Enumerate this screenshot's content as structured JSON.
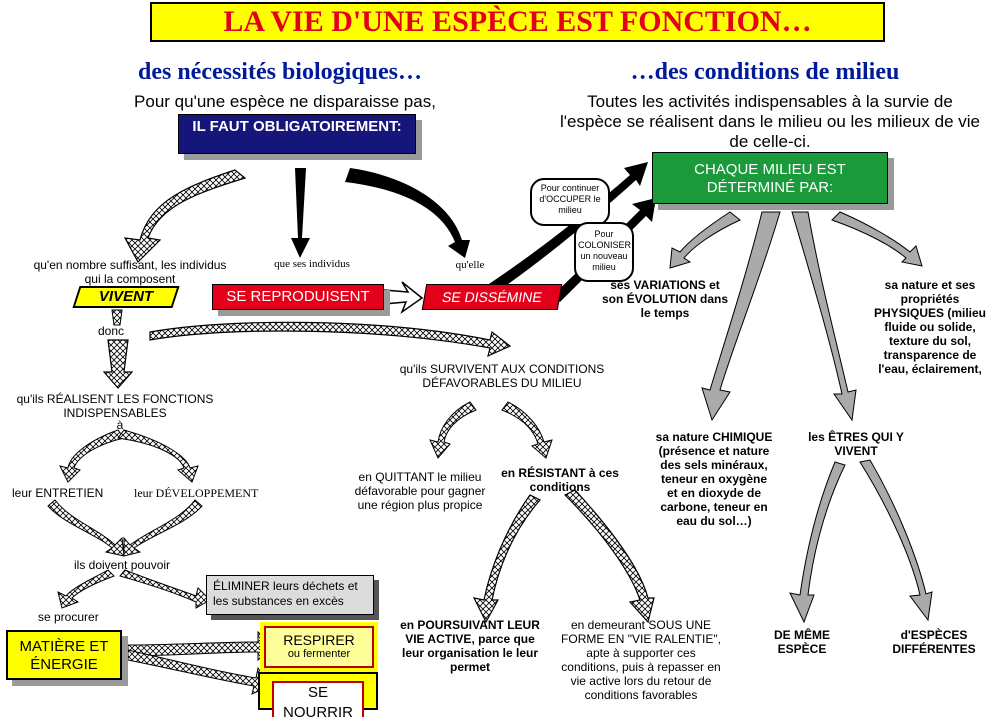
{
  "title": "LA VIE D'UNE ESPÈCE EST FONCTION…",
  "left": {
    "heading": "des nécessités biologiques…",
    "lead": "Pour qu'une espèce ne disparaisse pas,",
    "must_box": "IL FAUT OBLIGATOIREMENT:",
    "branch_number": "qu'en nombre suffisant, les individus qui la composent",
    "branch_reproduce": "que ses individus",
    "branch_disperse": "qu'elle",
    "vivent": "VIVENT",
    "reproduisent": "SE REPRODUISENT",
    "dissemine": "SE DISSÉMINE",
    "donc": "donc",
    "fonctions": "qu'ils RÉALISENT LES FONCTIONS INDISPENSABLES",
    "a": "à",
    "entretien": "leur ENTRETIEN",
    "developpement": "leur DÉVELOPPEMENT",
    "doivent": "ils doivent pouvoir",
    "procurer": "se procurer",
    "eliminer": "ÉLIMINER leurs déchets et les substances en excès",
    "matiere": "MATIÈRE ET ÉNERGIE",
    "respirer": "RESPIRER",
    "fermenter": "ou fermenter",
    "nourrir": "SE NOURRIR"
  },
  "middle": {
    "survivent": "qu'ils SURVIVENT AUX CONDITIONS DÉFAVORABLES DU MILIEU",
    "quittant": "en QUITTANT le milieu défavorable pour gagner une région plus propice",
    "resistant": "en RÉSISTANT à ces conditions",
    "poursuivant": "en POURSUIVANT LEUR VIE ACTIVE, parce que leur organisation le leur permet",
    "demeurant": "en demeurant SOUS UNE FORME EN \"VIE RALENTIE\", apte à supporter ces conditions, puis à repasser en vie active lors du retour de conditions favorables"
  },
  "right": {
    "heading": "…des conditions de milieu",
    "lead": "Toutes les activités indispensables à la survie de l'espèce se réalisent dans le milieu ou les milieux de vie de celle-ci.",
    "occuper": "Pour continuer d'OCCUPER le milieu",
    "coloniser": "Pour COLONISER un nouveau milieu",
    "milieu_box": "CHAQUE MILIEU EST DÉTERMINÉ PAR:",
    "variations": "ses VARIATIONS et son ÉVOLUTION dans le temps",
    "physique": "sa nature et ses propriétés PHYSIQUES (milieu fluide ou solide, texture du sol, transparence de l'eau, éclairement,",
    "chimique": "sa nature CHIMIQUE (présence et nature des sels minéraux, teneur en oxygène et en dioxyde de carbone, teneur en eau du sol…)",
    "etres": "les ÊTRES QUI Y VIVENT",
    "meme": "DE MÊME ESPÈCE",
    "differentes": "d'ESPÈCES DIFFÉRENTES"
  },
  "colors": {
    "title_bg": "#ffff00",
    "title_text": "#e3001b",
    "heading_blue": "#001a9a",
    "must_box_bg": "#16167a",
    "red_box": "#e3001b",
    "green_box": "#1a9a3a",
    "yellow_box": "#ffff00",
    "grey_box": "#dcdcdc"
  }
}
